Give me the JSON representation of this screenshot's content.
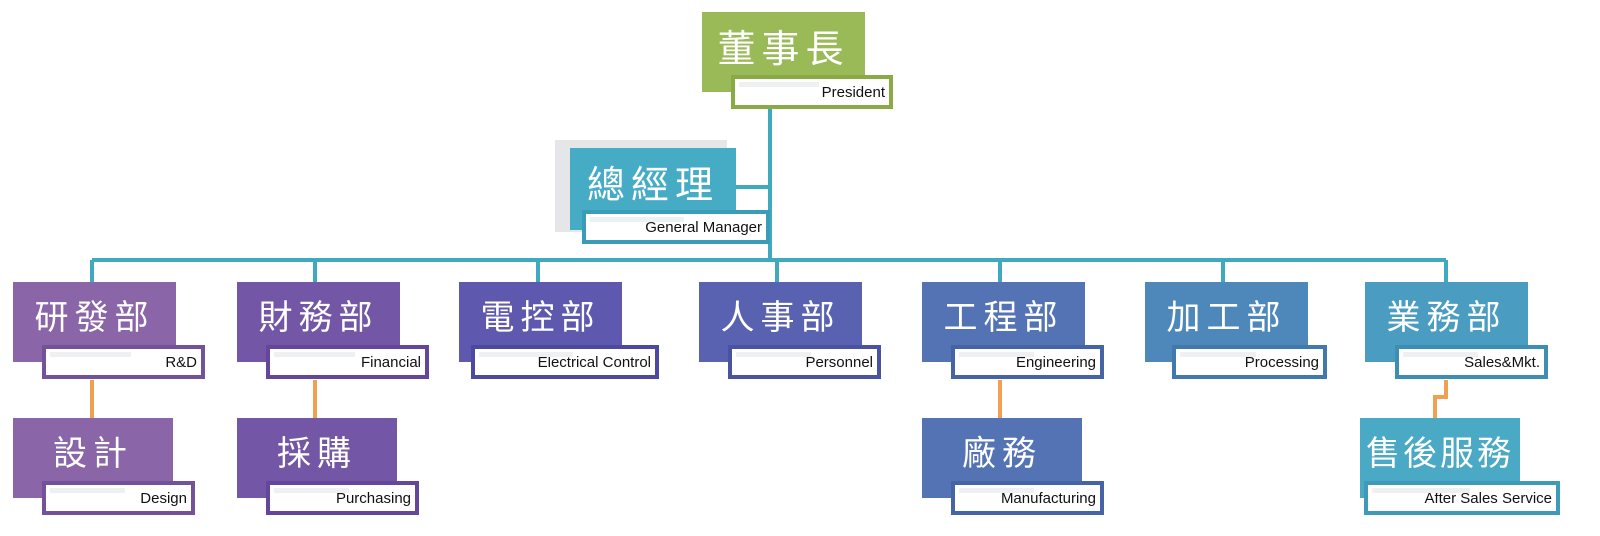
{
  "colors": {
    "line_main": "#3fa9bd",
    "line_sub": "#f0a050"
  },
  "top": {
    "president": {
      "title": "董事長",
      "subtitle": "President",
      "color": "#9aba58",
      "border": "#8aaa46"
    },
    "general_manager": {
      "title": "總經理",
      "subtitle": "General Manager",
      "color": "#46acc6",
      "border": "#3a9cb6"
    }
  },
  "departments": [
    {
      "title": "研發部",
      "subtitle": "R&D",
      "color": "#8a66a8",
      "border": "#74529a"
    },
    {
      "title": "財務部",
      "subtitle": "Financial",
      "color": "#7356a6",
      "border": "#64479a"
    },
    {
      "title": "電控部",
      "subtitle": "Electrical Control",
      "color": "#5e58ae",
      "border": "#4e49a0"
    },
    {
      "title": "人事部",
      "subtitle": "Personnel",
      "color": "#5862b0",
      "border": "#4953a2"
    },
    {
      "title": "工程部",
      "subtitle": "Engineering",
      "color": "#5373b4",
      "border": "#4564a6"
    },
    {
      "title": "加工部",
      "subtitle": "Processing",
      "color": "#4e88ba",
      "border": "#4279ac"
    },
    {
      "title": "業務部",
      "subtitle": "Sales&Mkt.",
      "color": "#4a9cc0",
      "border": "#3e8db2"
    }
  ],
  "sub_departments": [
    {
      "title": "設計",
      "subtitle": "Design",
      "color": "#8a66a8",
      "border": "#74529a"
    },
    {
      "title": "採購",
      "subtitle": "Purchasing",
      "color": "#7356a6",
      "border": "#64479a"
    },
    {
      "title": "廠務",
      "subtitle": "Manufacturing",
      "color": "#5373b4",
      "border": "#4564a6"
    },
    {
      "title": "售後服務",
      "subtitle": "After Sales Service",
      "color": "#4aa9c4",
      "border": "#3e9ab6"
    }
  ]
}
